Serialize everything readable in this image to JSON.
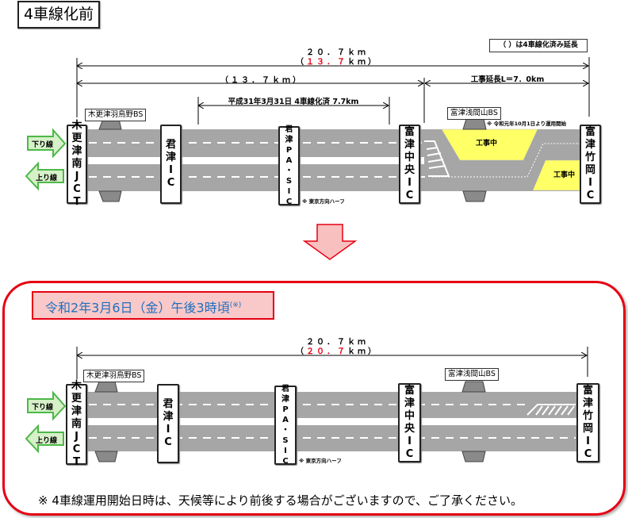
{
  "before": {
    "title": "4車線化前",
    "legend": "（ ）は4車線化済み延長",
    "total_length": "２０．７ｋｍ",
    "four_lane_length_prefix": "（",
    "four_lane_length_value": "１３．７",
    "four_lane_length_suffix": "ｋｍ）",
    "completed_span": "（１３．７ｋｍ）",
    "construction_span": "工事延長L＝7．0km",
    "widened_span": "平成31年3月31日  4車線化済  7.7km",
    "bus_stops": [
      "木更津羽鳥野BS",
      "富津浅間山BS"
    ],
    "bs_note": "※ 令和元年10月1日より運用開始",
    "pa_note": "※ 東京方向ハーフ",
    "construction_labels": [
      "工事中",
      "工事中"
    ],
    "direction_labels": {
      "down": "下り線",
      "up": "上り線"
    },
    "interchanges": [
      {
        "name": "木更津南JCT",
        "chars": [
          "木",
          "更",
          "津",
          "南",
          "J",
          "C",
          "T"
        ]
      },
      {
        "name": "君津IC",
        "chars": [
          "君",
          "津",
          "I",
          "C"
        ]
      },
      {
        "name": "君津PA・SIC",
        "chars": [
          "君",
          "津",
          "P",
          "A",
          "・",
          "S",
          "I",
          "C"
        ]
      },
      {
        "name": "富津中央IC",
        "chars": [
          "富",
          "津",
          "中",
          "央",
          "I",
          "C"
        ]
      },
      {
        "name": "富津竹岡IC",
        "chars": [
          "富",
          "津",
          "竹",
          "岡",
          "I",
          "C"
        ]
      }
    ]
  },
  "after": {
    "date_text": "令和2年3月6日（金）午後3時頃",
    "date_sup": "(※)",
    "total_length": "２０．７ｋｍ",
    "four_lane_length_prefix": "（",
    "four_lane_length_value": "２０．７",
    "four_lane_length_suffix": "ｋｍ）",
    "bus_stops": [
      "木更津羽鳥野BS",
      "富津浅間山BS"
    ],
    "pa_note": "※ 東京方向ハーフ",
    "direction_labels": {
      "down": "下り線",
      "up": "上り線"
    },
    "interchanges": [
      {
        "name": "木更津南JCT",
        "chars": [
          "木",
          "更",
          "津",
          "南",
          "J",
          "C",
          "T"
        ]
      },
      {
        "name": "君津IC",
        "chars": [
          "君",
          "津",
          "I",
          "C"
        ]
      },
      {
        "name": "君津PA・SIC",
        "chars": [
          "君",
          "津",
          "P",
          "A",
          "・",
          "S",
          "I",
          "C"
        ]
      },
      {
        "name": "富津中央IC",
        "chars": [
          "富",
          "津",
          "中",
          "央",
          "I",
          "C"
        ]
      },
      {
        "name": "富津竹岡IC",
        "chars": [
          "富",
          "津",
          "竹",
          "岡",
          "I",
          "C"
        ]
      }
    ],
    "footnote": "※  4車線運用開始日時は、天候等により前後する場合がございますので、ご了承ください。"
  },
  "colors": {
    "road": "#a6a6a6",
    "construction": "#ffff66",
    "accent_red": "#e60012",
    "arrow_green": "#4cb848",
    "arrow_green_fill": "#d6f0c8",
    "date_box_fill": "#f9c8c8",
    "date_text_blue": "#1f6fbf",
    "transition_arrow_fill": "#f9c0c0"
  }
}
